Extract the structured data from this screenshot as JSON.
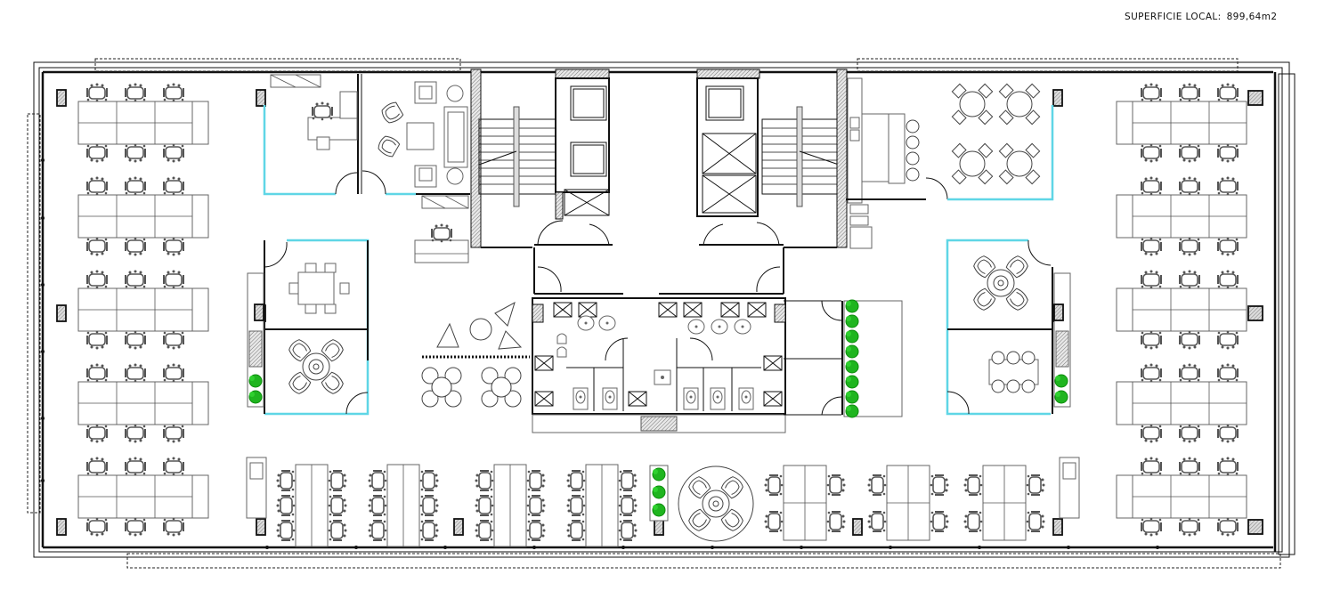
{
  "plan": {
    "area_label": "SUPERFICIE LOCAL:",
    "area_value": "899,64m2",
    "colors": {
      "wall": "#111111",
      "glass_partition": "#5fd6e6",
      "plant": "#1fb51f",
      "furniture": "#666666",
      "column_hatch": "#999999"
    },
    "zones": [
      {
        "id": "open-office-west",
        "type": "workstations",
        "desk_clusters": 5,
        "seats_per_cluster": 6
      },
      {
        "id": "open-office-east",
        "type": "workstations",
        "desk_clusters": 5,
        "seats_per_cluster": 6
      },
      {
        "id": "open-office-south",
        "type": "workstations",
        "bench_clusters_6": 4,
        "bench_clusters_4": 3
      },
      {
        "id": "private-office",
        "type": "office"
      },
      {
        "id": "lounge-office",
        "type": "office"
      },
      {
        "id": "reception",
        "type": "reception"
      },
      {
        "id": "meeting-room-west-1",
        "type": "meeting",
        "seats": 8
      },
      {
        "id": "meeting-room-west-2",
        "type": "meeting",
        "seats": 4
      },
      {
        "id": "meeting-room-east-1",
        "type": "meeting",
        "seats": 4
      },
      {
        "id": "meeting-room-east-2",
        "type": "meeting",
        "seats": 6
      },
      {
        "id": "cafeteria",
        "type": "kitchen",
        "tables": 4,
        "bar_stools": 4
      },
      {
        "id": "core",
        "type": "stairs-elevators",
        "elevators": 3,
        "stairs": 2
      },
      {
        "id": "restrooms",
        "type": "wc",
        "toilets": 5,
        "sinks": 5
      },
      {
        "id": "breakout",
        "type": "lounge",
        "round_tables": 2
      },
      {
        "id": "round-lounge",
        "type": "lounge",
        "seats": 4
      }
    ]
  }
}
